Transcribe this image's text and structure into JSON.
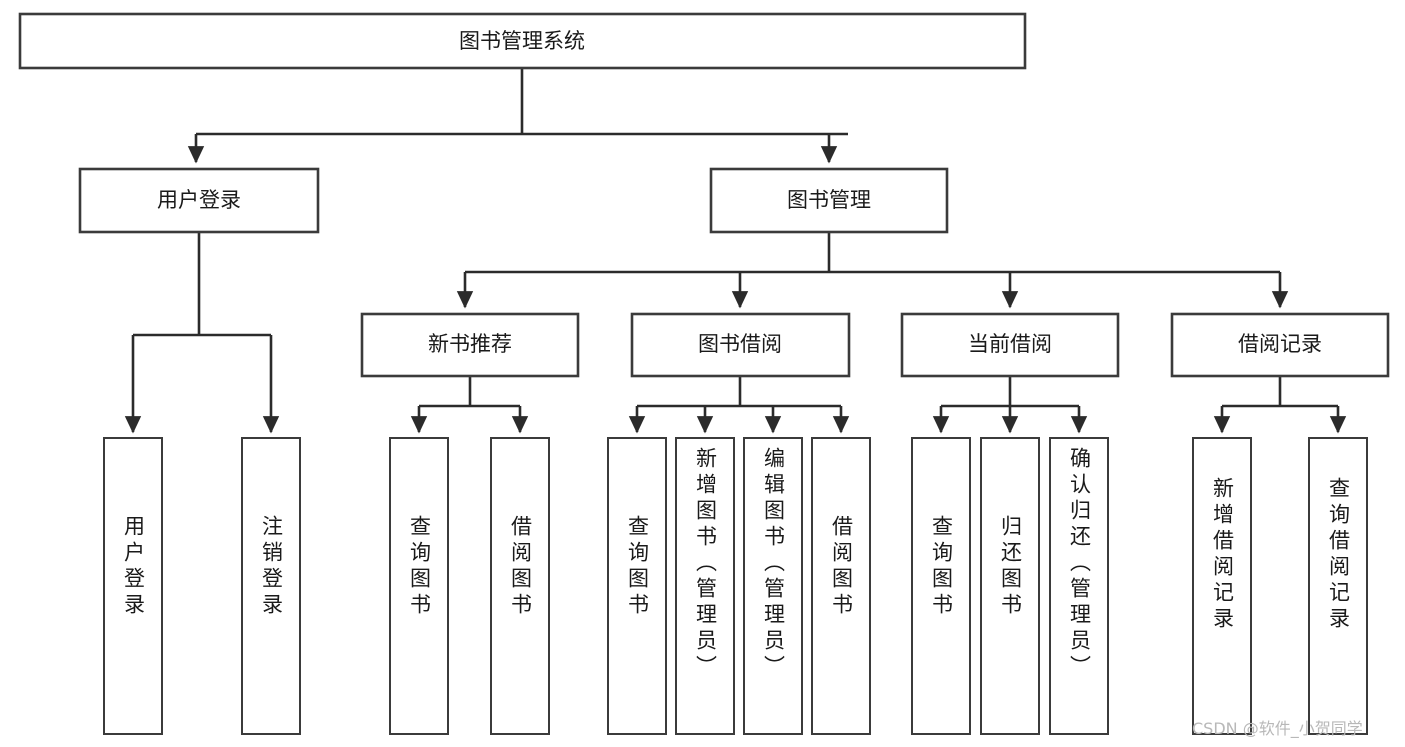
{
  "diagram": {
    "type": "tree",
    "title": "图书管理系统",
    "orientation": "top-down",
    "colors": {
      "box_border": "#3b3b3b",
      "box_fill": "#ffffff",
      "connector": "#2b2b2b",
      "text": "#1a1a1a",
      "background": "#ffffff",
      "watermark": "#b8b8b8"
    },
    "root": {
      "label": "图书管理系统"
    },
    "level2": [
      {
        "label": "用户登录"
      },
      {
        "label": "图书管理"
      }
    ],
    "level3": [
      {
        "label": "新书推荐"
      },
      {
        "label": "图书借阅"
      },
      {
        "label": "当前借阅"
      },
      {
        "label": "借阅记录"
      }
    ],
    "leaves": {
      "user_login": [
        {
          "label": "用户登录"
        },
        {
          "label": "注销登录"
        }
      ],
      "new_book_recommend": [
        {
          "label": "查询图书"
        },
        {
          "label": "借阅图书"
        }
      ],
      "book_borrow": [
        {
          "label": "查询图书"
        },
        {
          "label": "新增图书（管理员）"
        },
        {
          "label": "编辑图书（管理员）"
        },
        {
          "label": "借阅图书"
        }
      ],
      "current_borrow": [
        {
          "label": "查询图书"
        },
        {
          "label": "归还图书"
        },
        {
          "label": "确认归还（管理员）"
        }
      ],
      "borrow_record": [
        {
          "label": "新增借阅记录"
        },
        {
          "label": "查询借阅记录"
        }
      ]
    }
  },
  "watermark": {
    "text": "CSDN @软件_小贺同学"
  }
}
